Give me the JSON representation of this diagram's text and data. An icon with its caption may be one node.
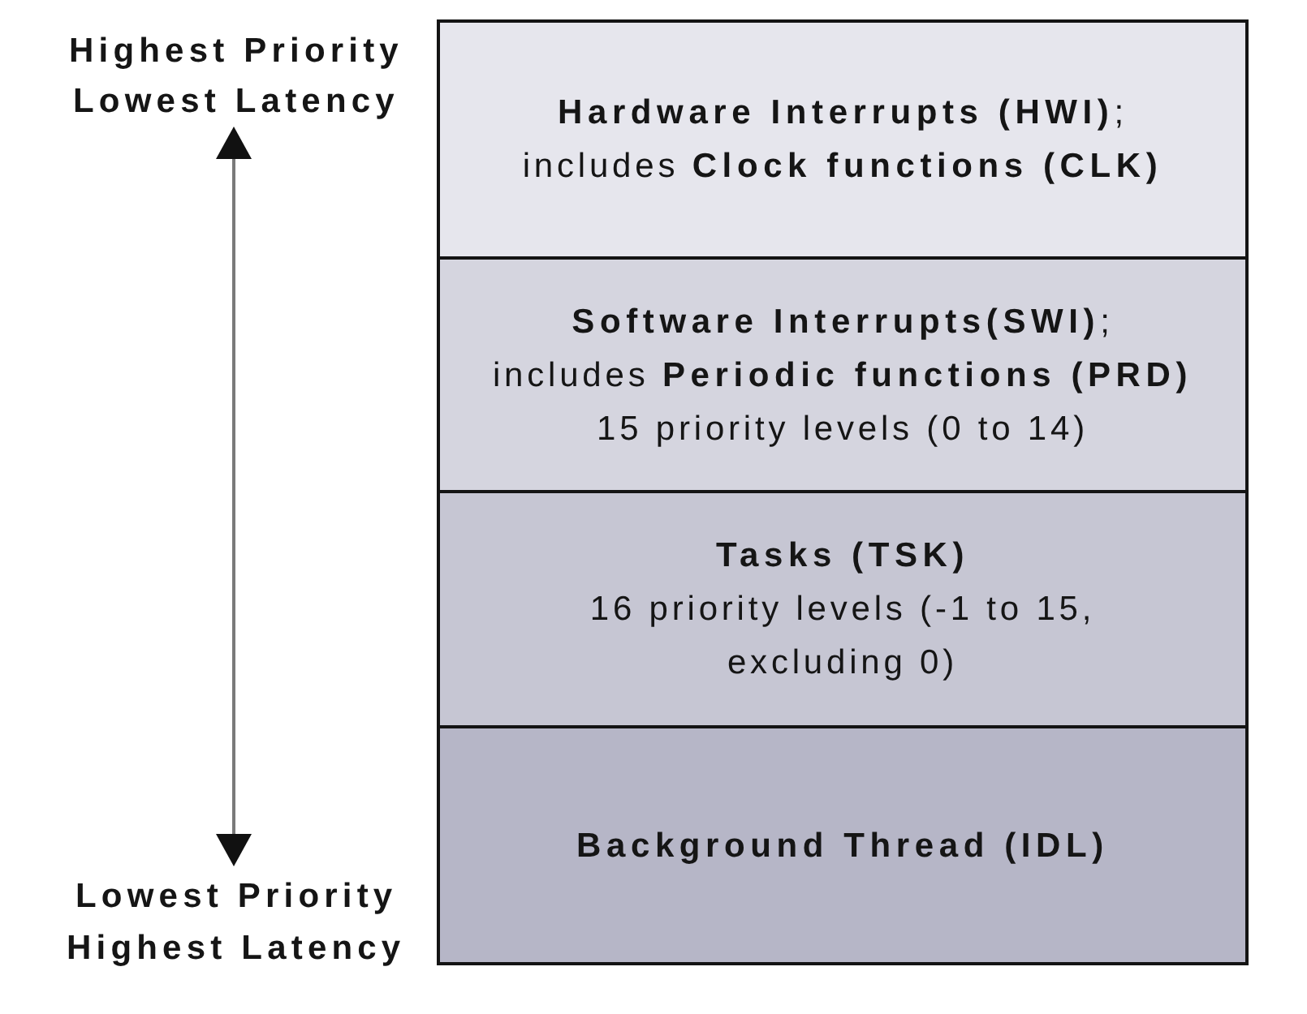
{
  "diagram": {
    "nodes": [
      {
        "text": [
          "**Hardware Interrupts (HWI)**; includes **Clock functions (CLK)**"
        ]
      },
      {
        "text": [
          "**Software Interrupts(SWI)**; includes **Periodic functions (PRD)**",
          "15 priority levels (0 to 14)"
        ]
      },
      {
        "text": [
          "Tasks (TSK)",
          "16 priority levels (-1 to 15, excluding 0)"
        ]
      },
      {
        "text": [
          "Background Thread (IDL)"
        ]
      }
    ],
    "labels": [
      "Highest Priority",
      "Lowest Latency",
      "Lowest Priority",
      "Highest Latency"
    ]
  }
}
